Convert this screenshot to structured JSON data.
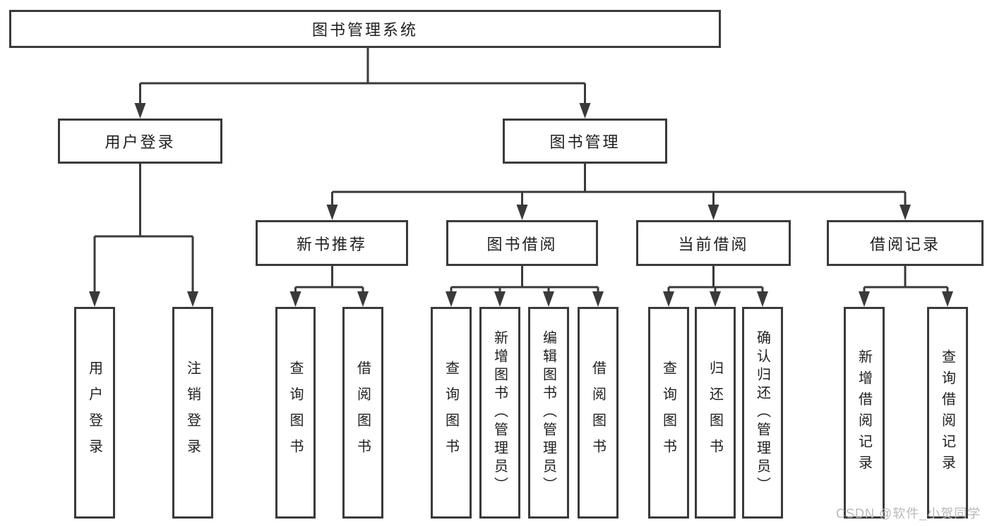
{
  "colors": {
    "line": "#3a3a3a",
    "text": "#1f1f1f",
    "box_bg": "#ffffff",
    "watermark": "#b9b9b9"
  },
  "watermark": "CSDN @软件_小贺同学",
  "tree": {
    "root": "图书管理系统",
    "user_login": {
      "label": "用户登录",
      "children": [
        "用户登录",
        "注销登录"
      ]
    },
    "book_mgmt": {
      "label": "图书管理",
      "new_books": {
        "label": "新书推荐",
        "children": [
          "查询图书",
          "借阅图书"
        ]
      },
      "borrowing": {
        "label": "图书借阅",
        "children": [
          "查询图书",
          "新增图书（管理员）",
          "编辑图书（管理员）",
          "借阅图书"
        ]
      },
      "current": {
        "label": "当前借阅",
        "children": [
          "查询图书",
          "归还图书",
          "确认归还（管理员）"
        ]
      },
      "records": {
        "label": "借阅记录",
        "children": [
          "新增借阅记录",
          "查询借阅记录"
        ]
      }
    }
  }
}
